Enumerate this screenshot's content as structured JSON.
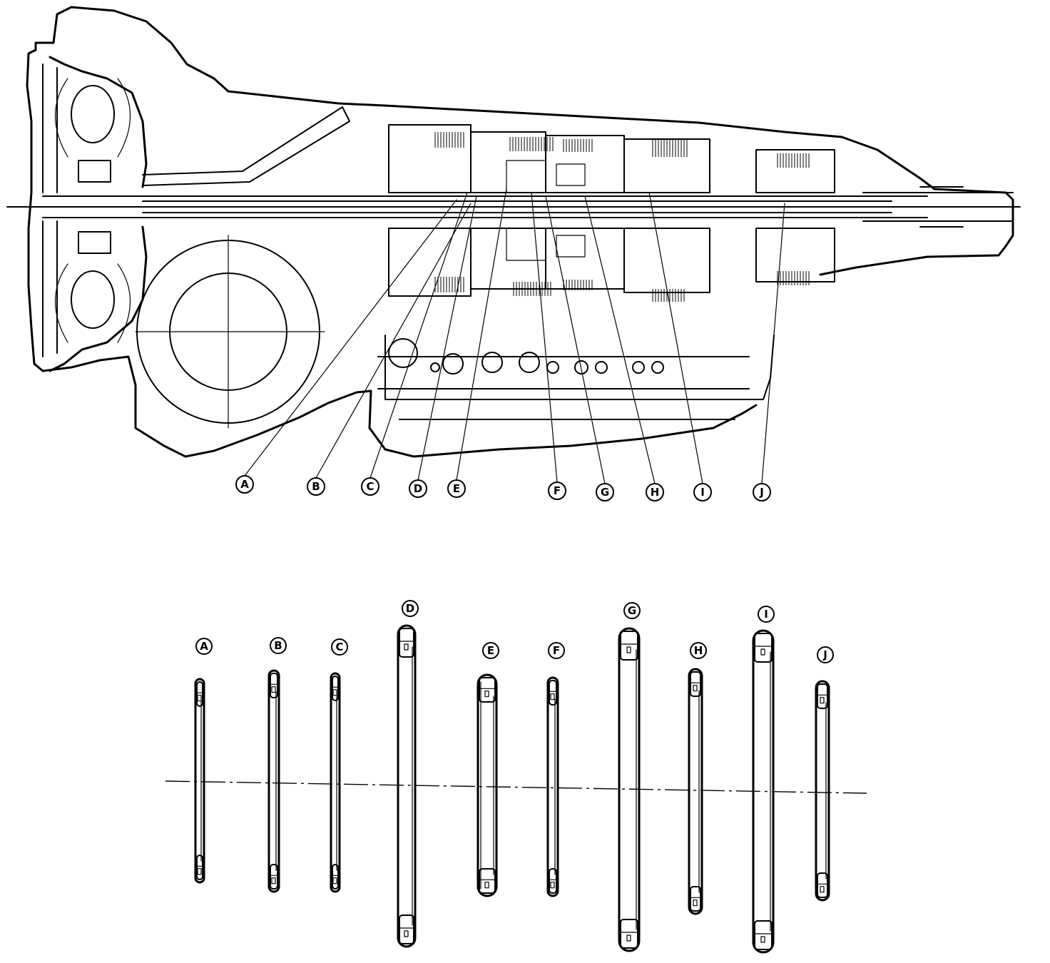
{
  "callouts_top": [
    "A",
    "B",
    "C",
    "D",
    "E",
    "F",
    "G",
    "H",
    "I",
    "J"
  ],
  "parts_bottom": [
    {
      "label": "A",
      "style": "plain"
    },
    {
      "label": "B",
      "style": "plain"
    },
    {
      "label": "C",
      "style": "plain"
    },
    {
      "label": "D",
      "style": "wide"
    },
    {
      "label": "E",
      "style": "double"
    },
    {
      "label": "F",
      "style": "plain"
    },
    {
      "label": "G",
      "style": "wide"
    },
    {
      "label": "H",
      "style": "plain"
    },
    {
      "label": "I",
      "style": "wide"
    },
    {
      "label": "J",
      "style": "plain"
    }
  ]
}
